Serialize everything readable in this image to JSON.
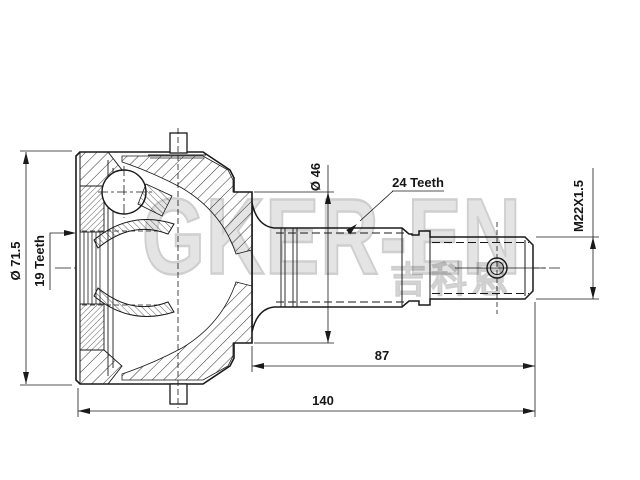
{
  "drawing": {
    "part": "cv-joint-outer-race-with-shaft",
    "dimensions": {
      "outer_diameter": "Ø 71.5",
      "inner_spline_teeth": "19 Teeth",
      "groove_diameter": "Ø 46",
      "shaft_spline_teeth": "24 Teeth",
      "thread_spec": "M22X1.5",
      "shaft_length": "87",
      "overall_length": "140"
    },
    "watermark": {
      "latin": "GKER-EN",
      "cjk": "吉科恩"
    },
    "colors": {
      "line": "#1a1a1a",
      "watermark": "#dedede",
      "background": "#ffffff"
    }
  }
}
